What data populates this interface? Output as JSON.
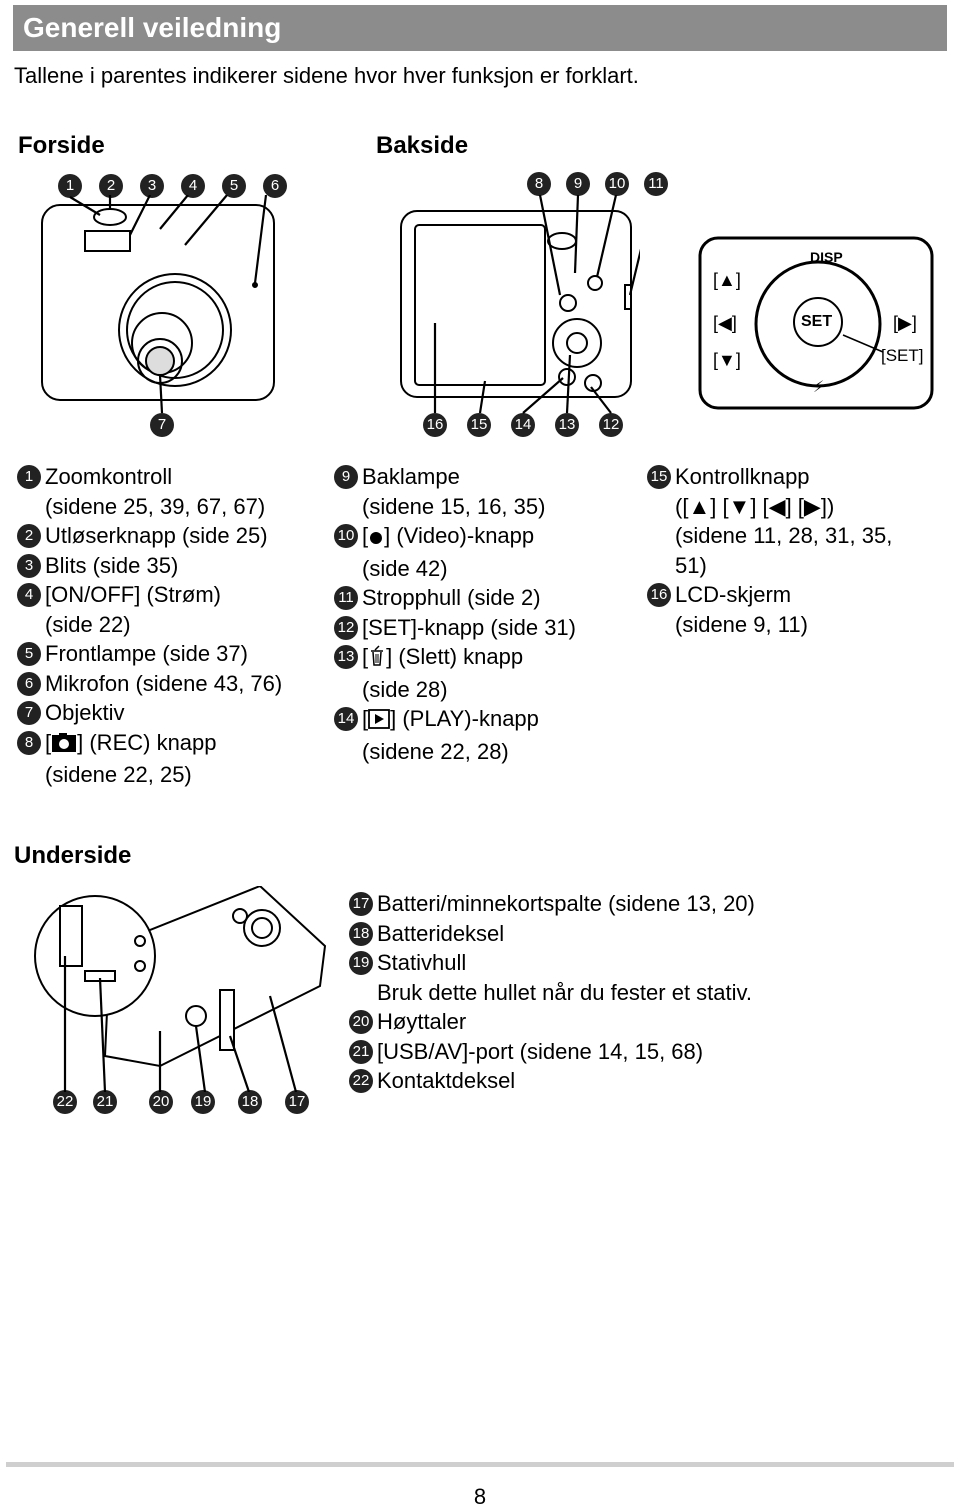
{
  "header": {
    "title": "Generell veiledning"
  },
  "intro": "Tallene i parentes indikerer sidene hvor hver funksjon er forklart.",
  "sections": {
    "front": "Forside",
    "back": "Bakside",
    "bottom": "Underside"
  },
  "callouts": {
    "front_top": [
      "1",
      "2",
      "3",
      "4",
      "5",
      "6"
    ],
    "front_bottom": [
      "7"
    ],
    "back_top": [
      "8",
      "9",
      "10",
      "11"
    ],
    "back_bottom": [
      "16",
      "15",
      "14",
      "13",
      "12"
    ],
    "bottom_row": [
      "22",
      "21",
      "20",
      "19",
      "18",
      "17"
    ]
  },
  "dial": {
    "disp": "DISP",
    "set": "SET",
    "up": "[▲]",
    "left": "[◀]",
    "down": "[▼]",
    "right": "[▶]",
    "set_bracket": "[SET]"
  },
  "legend_col1": [
    {
      "num": "1",
      "text": "Zoomkontroll\n(sidene 25, 39, 67, 67)"
    },
    {
      "num": "2",
      "text": "Utløserknapp (side 25)"
    },
    {
      "num": "3",
      "text": "Blits (side 35)"
    },
    {
      "num": "4",
      "text": "[ON/OFF] (Strøm)\n(side 22)"
    },
    {
      "num": "5",
      "text": "Frontlampe (side 37)"
    },
    {
      "num": "6",
      "text": "Mikrofon (sidene 43, 76)"
    },
    {
      "num": "7",
      "text": "Objektiv"
    },
    {
      "num": "8",
      "pre": "[",
      "post": "] (REC) knapp\n(sidene 22, 25)"
    }
  ],
  "legend_col2": [
    {
      "num": "9",
      "text": "Baklampe\n(sidene 15, 16, 35)"
    },
    {
      "num": "10",
      "pre": "[",
      "post": "] (Video)-knapp\n(side 42)"
    },
    {
      "num": "11",
      "text": "Stropphull (side 2)"
    },
    {
      "num": "12",
      "text": "[SET]-knapp (side 31)"
    },
    {
      "num": "13",
      "pre": "[",
      "post": "] (Slett) knapp\n(side 28)"
    },
    {
      "num": "14",
      "pre": "[",
      "post": "] (PLAY)-knapp\n(sidene 22, 28)"
    }
  ],
  "legend_col3": [
    {
      "num": "15",
      "text": "Kontrollknapp\n([▲] [▼] [◀] [▶])\n(sidene 11, 28, 31, 35,\n51)"
    },
    {
      "num": "16",
      "text": "LCD-skjerm\n(sidene 9, 11)"
    }
  ],
  "legend_bottom": [
    {
      "num": "17",
      "text": "Batteri/minnekortspalte (sidene 13, 20)"
    },
    {
      "num": "18",
      "text": "Batterideksel"
    },
    {
      "num": "19",
      "text": "Stativhull\nBruk dette hullet når du fester et stativ."
    },
    {
      "num": "20",
      "text": "Høyttaler"
    },
    {
      "num": "21",
      "text": "[USB/AV]-port (sidene 14, 15, 68)"
    },
    {
      "num": "22",
      "text": "Kontaktdeksel"
    }
  ],
  "page_number": "8"
}
